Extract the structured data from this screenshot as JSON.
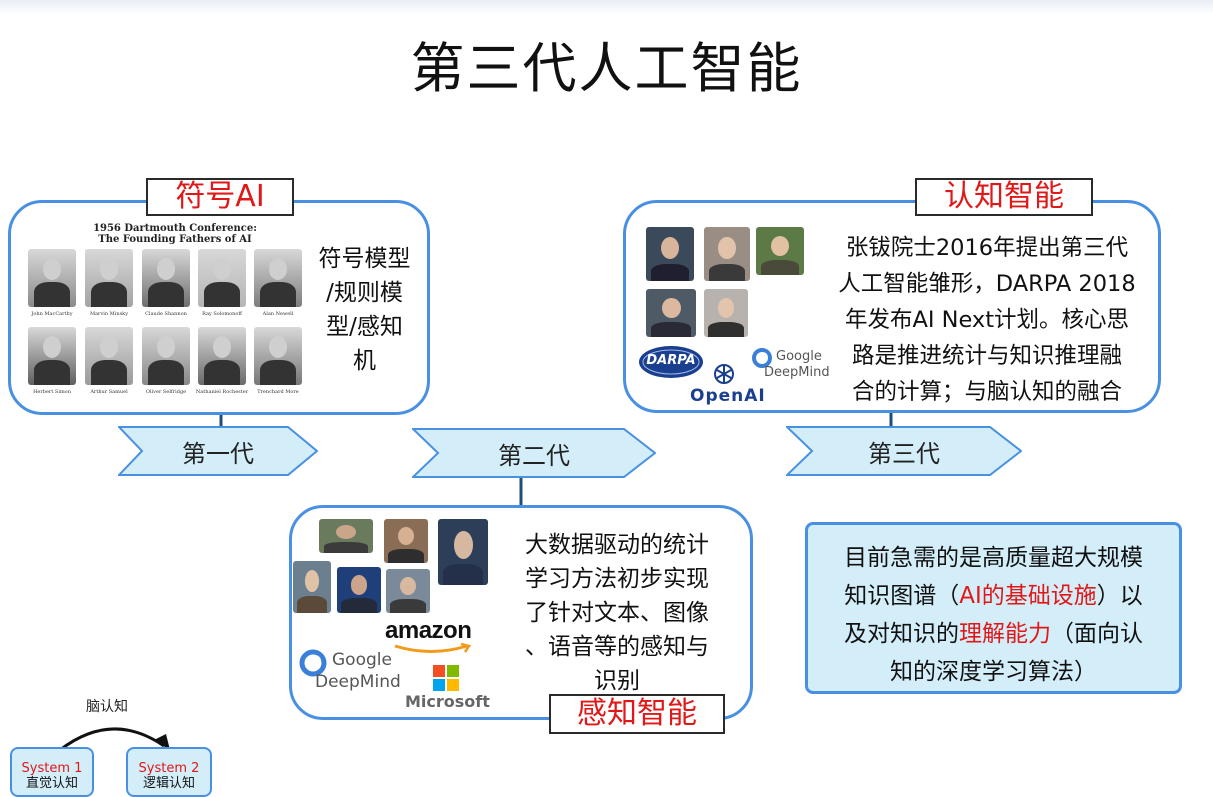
{
  "title": "第三代人工智能",
  "gen1": {
    "tag": "符号AI",
    "photo_title_line1": "1956 Dartmouth Conference:",
    "photo_title_line2": "The Founding Fathers of AI",
    "names_row1": [
      "John MacCarthy",
      "Marvin Minsky",
      "Claude Shannon",
      "Ray Solomonoff",
      "Alan Newell"
    ],
    "names_row2": [
      "Herbert Simon",
      "Arthur Samuel",
      "Oliver Selfridge",
      "Nathaniel Rochester",
      "Trenchard More"
    ],
    "text_lines": [
      "符号模型",
      "/规则模",
      "型/感知",
      "机"
    ],
    "arrow_label": "第一代"
  },
  "gen2": {
    "tag": "感知智能",
    "text_lines": [
      "大数据驱动的统计",
      "学习方法初步实现",
      "了针对文本、图像",
      "、语音等的感知与",
      "识别"
    ],
    "arrow_label": "第二代",
    "logos": {
      "amazon": "amazon",
      "google_line1": "Google",
      "google_line2": "DeepMind",
      "microsoft": "Microsoft"
    }
  },
  "gen3": {
    "tag": "认知智能",
    "text_lines": [
      "张钹院士2016年提出第三代",
      "人工智能雏形，DARPA 2018",
      "年发布AI Next计划。核心思",
      "路是推进统计与知识推理融",
      "合的计算；与脑认知的融合"
    ],
    "arrow_label": "第三代",
    "logos": {
      "darpa": "DARPA",
      "openai": "OpenAI",
      "google_line1": "Google",
      "google_line2": "DeepMind"
    }
  },
  "note": {
    "line1": "目前急需的是高质量超大规模",
    "line2_pre": "知识图谱（",
    "line2_red": "AI的基础设施",
    "line2_post": "）以",
    "line3_pre": "及对知识的",
    "line3_red": "理解能力",
    "line3_post": "（面向认",
    "line4": "知的深度学习算法）"
  },
  "brain": {
    "label": "脑认知",
    "system1_title": "System 1",
    "system1_sub": "直觉认知",
    "system2_title": "System 2",
    "system2_sub": "逻辑认知"
  },
  "colors": {
    "accent_blue": "#4a90e2",
    "red": "#e01818",
    "arrow_fill": "#d3edf9",
    "note_fill": "#d3edf9"
  }
}
